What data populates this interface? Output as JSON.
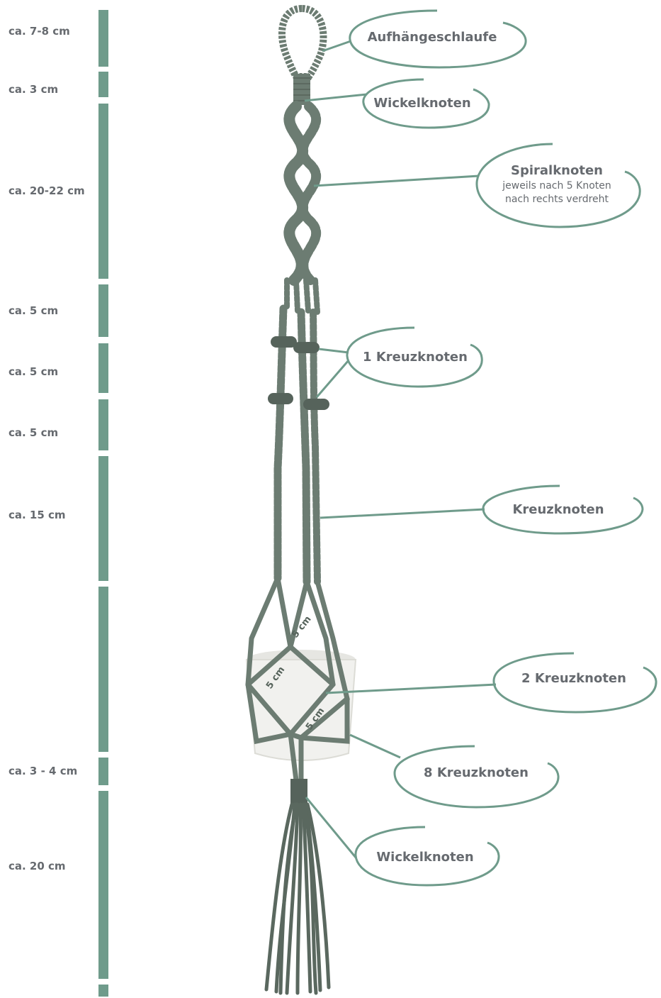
{
  "colors": {
    "accent": "#6f9b8b",
    "rope": "#6c7c72",
    "rope_dark": "#56635b",
    "text": "#666a6f",
    "pot": "#f1f1ee"
  },
  "ruler": [
    {
      "label": "ca. 7-8 cm"
    },
    {
      "label": "ca. 3 cm"
    },
    {
      "label": "ca. 20-22 cm"
    },
    {
      "label": "ca. 5 cm"
    },
    {
      "label": "ca. 5 cm"
    },
    {
      "label": "ca. 5 cm"
    },
    {
      "label": "ca. 15 cm"
    },
    {
      "label": ""
    },
    {
      "label": "ca. 3 - 4 cm"
    },
    {
      "label": "ca. 20 cm"
    },
    {
      "label": ""
    }
  ],
  "callouts": [
    {
      "title": "Aufhängeschlaufe",
      "sub1": "",
      "sub2": ""
    },
    {
      "title": "Wickelknoten",
      "sub1": "",
      "sub2": ""
    },
    {
      "title": "Spiralknoten",
      "sub1": "jeweils nach 5 Knoten",
      "sub2": "nach rechts verdreht"
    },
    {
      "title": "1 Kreuzknoten",
      "sub1": "",
      "sub2": ""
    },
    {
      "title": "Kreuzknoten",
      "sub1": "",
      "sub2": ""
    },
    {
      "title": "2 Kreuzknoten",
      "sub1": "",
      "sub2": ""
    },
    {
      "title": "8 Kreuzknoten",
      "sub1": "",
      "sub2": ""
    },
    {
      "title": "Wickelknoten",
      "sub1": "",
      "sub2": ""
    }
  ],
  "measurements": [
    {
      "label": "5 cm"
    },
    {
      "label": "5 cm"
    },
    {
      "label": "5 cm"
    }
  ]
}
